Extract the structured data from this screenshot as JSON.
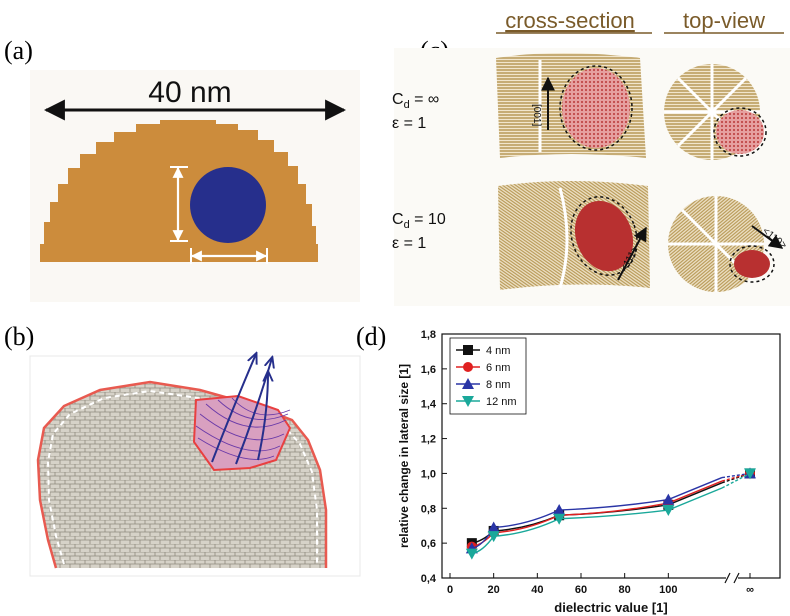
{
  "panels": {
    "a": {
      "label": "(a)",
      "scale_text": "40 nm"
    },
    "b": {
      "label": "(b)"
    },
    "c": {
      "label": "(c)",
      "col_cross": "cross-section",
      "col_top": "top-view",
      "row1": {
        "cd_line": "C",
        "cd_sub": "d",
        "cd_val": " = ∞",
        "eps": "ε = 1",
        "dir_label": "[001]"
      },
      "row2": {
        "cd_line": "C",
        "cd_sub": "d",
        "cd_val": " = 10",
        "eps": "ε = 1",
        "dir_label_1": "<111>",
        "dir_label_2": "<110>"
      }
    },
    "d": {
      "label": "(d)"
    }
  },
  "colors": {
    "bronze": "#cc8c3c",
    "navy": "#262f8c",
    "grain": "#b89a58",
    "red_dot": "#d86b6b"
  },
  "chart_data": {
    "type": "line",
    "xlabel": "dielectric value [1]",
    "ylabel": "relative change in lateral size [1]",
    "ylim": [
      0.4,
      1.8
    ],
    "xlim": [
      0,
      120
    ],
    "x_ticks": [
      "0",
      "20",
      "40",
      "60",
      "80",
      "100",
      "∞"
    ],
    "y_ticks": [
      "0,4",
      "0,6",
      "0,8",
      "1,0",
      "1,2",
      "1,4",
      "1,6",
      "1,8"
    ],
    "x": [
      10,
      20,
      50,
      100,
      "∞"
    ],
    "series": [
      {
        "name": "4 nm",
        "color": "#111111",
        "marker": "square",
        "values": [
          0.6,
          0.67,
          0.76,
          0.82,
          1.0
        ]
      },
      {
        "name": "6 nm",
        "color": "#e02020",
        "marker": "circle",
        "values": [
          0.58,
          0.66,
          0.76,
          0.83,
          1.0
        ]
      },
      {
        "name": "8 nm",
        "color": "#2a35a6",
        "marker": "triangle-up",
        "values": [
          0.57,
          0.69,
          0.79,
          0.85,
          1.0
        ]
      },
      {
        "name": "12 nm",
        "color": "#1aa89a",
        "marker": "triangle-down",
        "values": [
          0.54,
          0.64,
          0.74,
          0.79,
          1.0
        ]
      }
    ],
    "legend_position": "top-left"
  }
}
